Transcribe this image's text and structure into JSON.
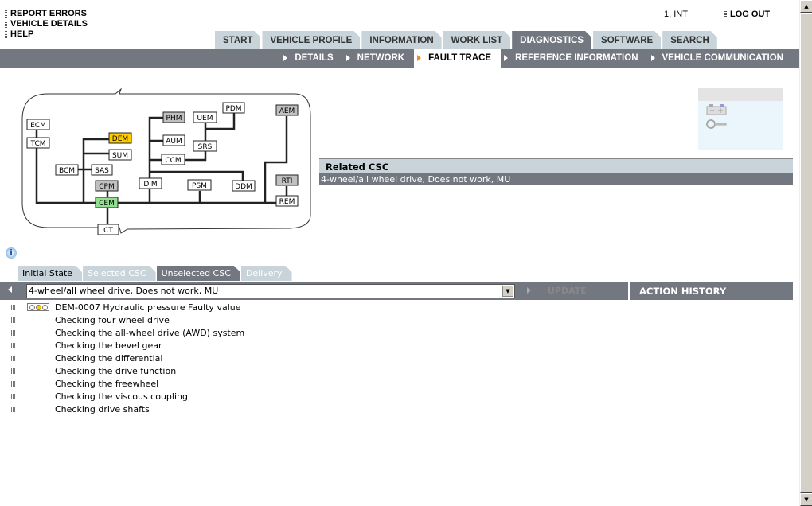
{
  "top_links": [
    "REPORT ERRORS",
    "VEHICLE DETAILS",
    "HELP"
  ],
  "user": "1, INT",
  "logout": "LOG OUT",
  "main_tabs": [
    {
      "label": "START"
    },
    {
      "label": "VEHICLE PROFILE"
    },
    {
      "label": "INFORMATION"
    },
    {
      "label": "WORK LIST"
    },
    {
      "label": "DIAGNOSTICS",
      "active": true
    },
    {
      "label": "SOFTWARE"
    },
    {
      "label": "SEARCH"
    }
  ],
  "sub_tabs": [
    {
      "label": "DETAILS"
    },
    {
      "label": "NETWORK"
    },
    {
      "label": "FAULT TRACE",
      "active": true
    },
    {
      "label": "REFERENCE INFORMATION"
    },
    {
      "label": "VEHICLE COMMUNICATION"
    }
  ],
  "network": {
    "nodes": [
      "ECM",
      "TCM",
      "DEM",
      "SUM",
      "BCM",
      "SAS",
      "CPM",
      "CEM",
      "CT",
      "PHM",
      "AUM",
      "CCM",
      "DIM",
      "UEM",
      "SRS",
      "PDM",
      "PSM",
      "DDM",
      "AEM",
      "RTI",
      "REM"
    ],
    "colors": {
      "fault": "#ffcc00",
      "active": "#90e090",
      "inactive": "#c0c0c0"
    }
  },
  "related_csc": {
    "title": "Related CSC",
    "items": [
      "4-wheel/all wheel drive, Does not work, MU"
    ]
  },
  "bottom_tabs": [
    "Initial State",
    "Selected CSC",
    "Unselected CSC",
    "Delivery"
  ],
  "csc_select": "4-wheel/all wheel drive, Does not work, MU",
  "update_label": "UPDATE",
  "action_history": "ACTION HISTORY",
  "list": [
    "DEM-0007 Hydraulic pressure Faulty value",
    "Checking four wheel drive",
    "Checking the all-wheel drive (AWD) system",
    "Checking the bevel gear",
    "Checking the differential",
    "Checking the drive function",
    "Checking the freewheel",
    "Checking the viscous coupling",
    "Checking drive shafts"
  ]
}
